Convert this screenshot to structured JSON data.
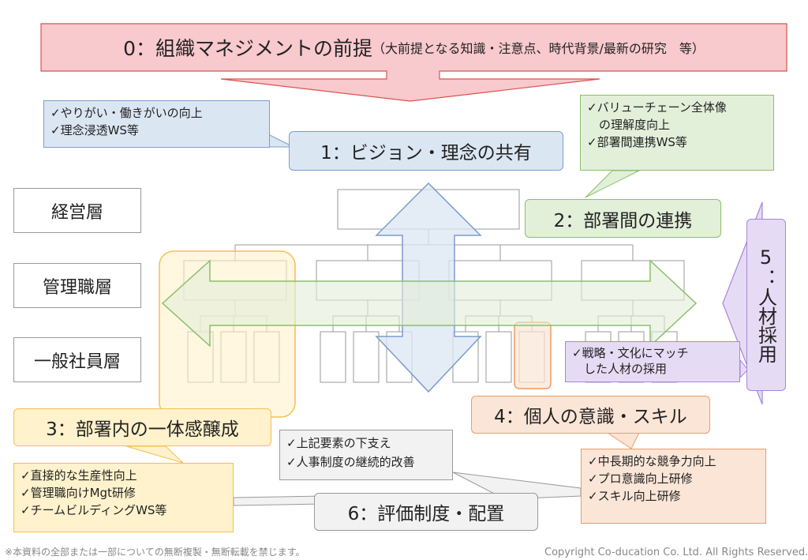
{
  "header": {
    "title": "0：組織マネジメントの前提",
    "subtitle": "（大前提となる知識・注意点、時代背景/最新の研究　等）"
  },
  "levels": [
    "経営層",
    "管理職層",
    "一般社員層"
  ],
  "stages": {
    "s1": "1：ビジョン・理念の共有",
    "s2": "2：部署間の連携",
    "s3": "3：部署内の一体感醸成",
    "s4": "4：個人の意識・スキル",
    "s5": "5：人材採用",
    "s6": "6：評価制度・配置"
  },
  "notes": {
    "n1": [
      "✓やりがい・働きがいの向上",
      "✓理念浸透WS等"
    ],
    "n2": [
      "✓バリューチェーン全体像",
      "　の理解度向上",
      "✓部署間連携WS等"
    ],
    "n3": [
      "✓直接的な生産性向上",
      "✓管理職向けMgt研修",
      "✓チームビルディングWS等"
    ],
    "n4": [
      "✓中長期的な競争力向上",
      "✓プロ意識向上研修",
      "✓スキル向上研修"
    ],
    "n5": [
      "✓戦略・文化にマッチ",
      "　した人材の採用"
    ],
    "n6": [
      "✓上記要素の下支え",
      "✓人事制度の継続的改善"
    ]
  },
  "footer": {
    "left": "※本資料の全部または一部についての無断複製・無断転載を禁じます。",
    "right": "Copyright Co-ducation Co. Ltd. All Rights Reserved."
  },
  "colors": {
    "red_fill": "#f8c9cd",
    "red_line": "#d9534f",
    "blue_fill": "#dbe6f3",
    "blue_line": "#7b9ccf",
    "green_fill": "#e2efd9",
    "green_line": "#8cbf6a",
    "yellow_fill": "#fff2cc",
    "yellow_line": "#f2c14e",
    "orange_fill": "#fbe5d6",
    "orange_line": "#ed9c63",
    "purple_fill": "#e6dbf4",
    "purple_line": "#a985d8",
    "gray_fill": "#f2f2f2",
    "gray_line": "#9a9a9a"
  }
}
